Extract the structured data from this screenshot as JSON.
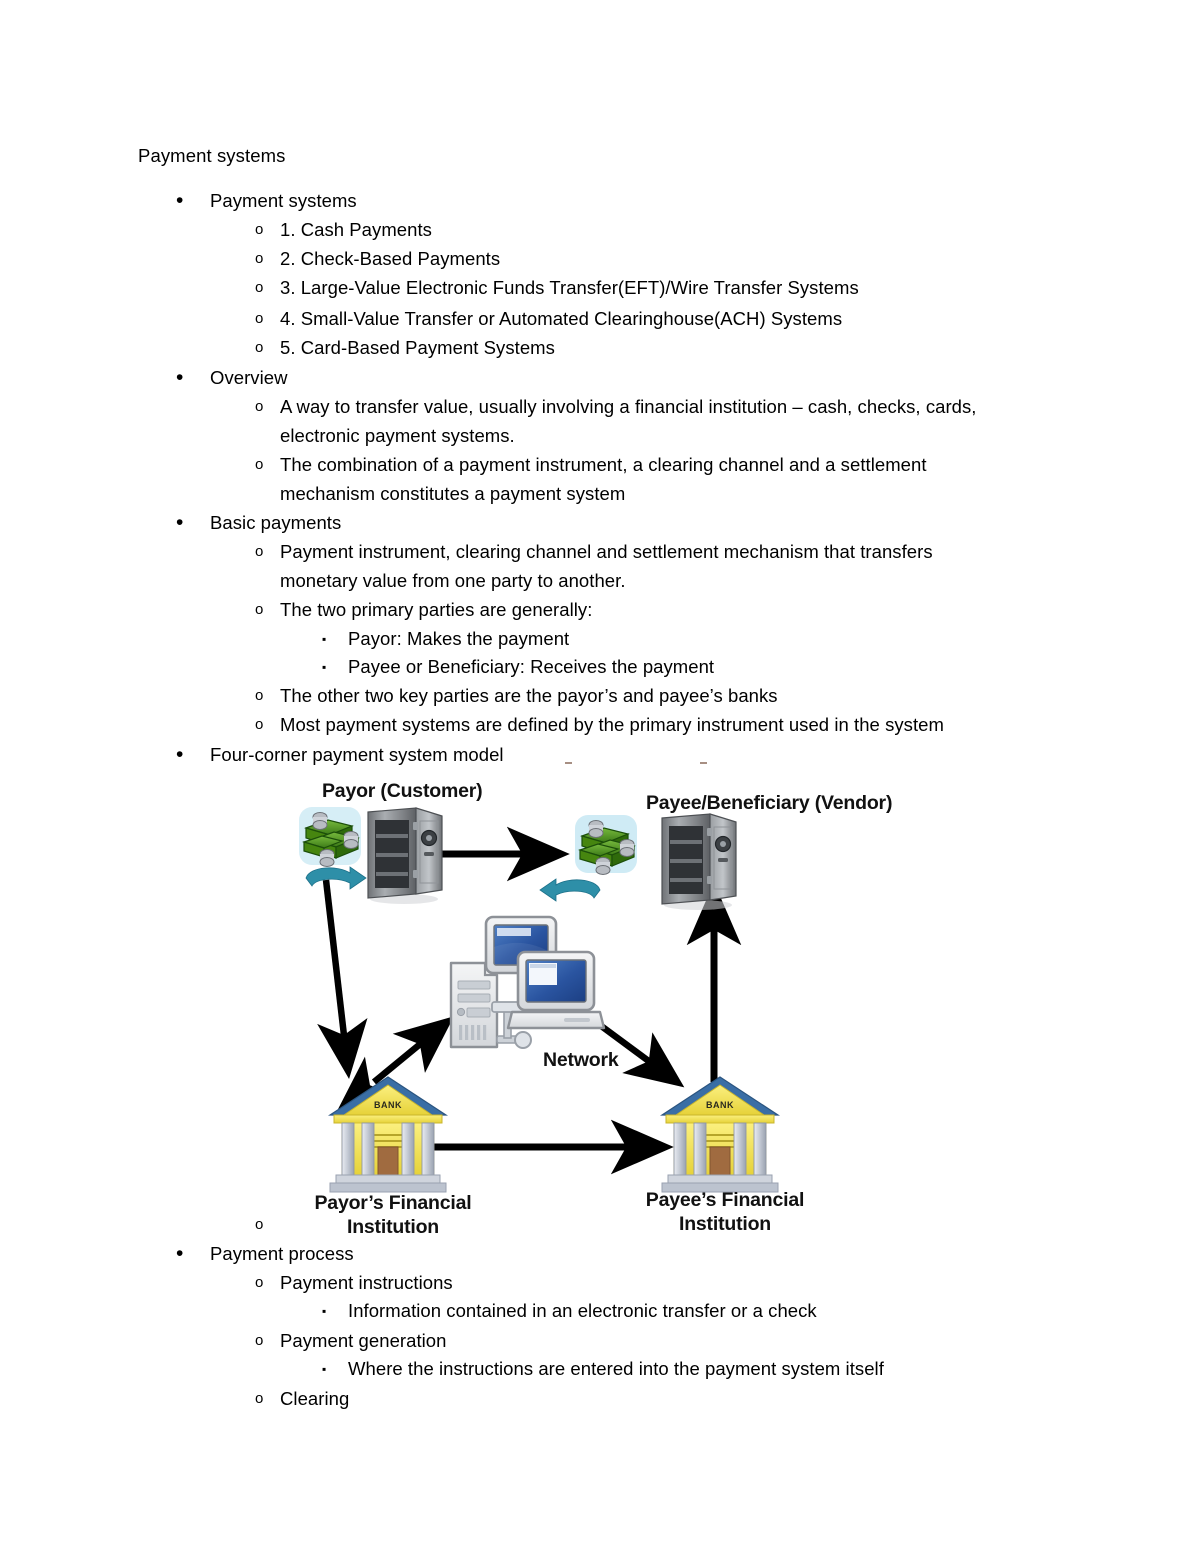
{
  "document": {
    "title": "Payment systems"
  },
  "outline": [
    {
      "level": 1,
      "marker": "bullet",
      "text": "Payment systems"
    },
    {
      "level": 2,
      "marker": "circle",
      "text": "1. Cash Payments"
    },
    {
      "level": 2,
      "marker": "circle",
      "text": "2. Check-Based Payments"
    },
    {
      "level": 2,
      "marker": "circle",
      "text": "3. Large-Value Electronic Funds Transfer(EFT)/Wire Transfer Systems"
    },
    {
      "level": 2,
      "marker": "circle",
      "text": "4. Small-Value Transfer or Automated Clearinghouse(ACH) Systems"
    },
    {
      "level": 2,
      "marker": "circle",
      "text": "5. Card-Based Payment Systems"
    },
    {
      "level": 1,
      "marker": "bullet",
      "text": "Overview"
    },
    {
      "level": 2,
      "marker": "circle",
      "text": "A way to transfer value, usually involving a financial institution – cash, checks, cards, electronic payment systems."
    },
    {
      "level": 2,
      "marker": "circle",
      "text": "The combination of a payment instrument, a clearing channel and a settlement mechanism constitutes a payment system"
    },
    {
      "level": 1,
      "marker": "bullet",
      "text": "Basic payments"
    },
    {
      "level": 2,
      "marker": "circle",
      "text": "Payment instrument, clearing channel and settlement mechanism that transfers monetary value from one party to another."
    },
    {
      "level": 2,
      "marker": "circle",
      "text": " The two primary parties are generally:"
    },
    {
      "level": 3,
      "marker": "square",
      "text": "Payor: Makes the payment"
    },
    {
      "level": 3,
      "marker": "square",
      "text": "Payee or Beneficiary: Receives the payment"
    },
    {
      "level": 2,
      "marker": "circle",
      "text": "The other two key parties are the payor’s and payee’s banks"
    },
    {
      "level": 2,
      "marker": "circle",
      "text": "Most payment systems are defined by the primary instrument used in the system"
    },
    {
      "level": 1,
      "marker": "bullet",
      "text": "Four-corner payment system model"
    },
    {
      "level": 2,
      "marker": "circle",
      "text": ""
    },
    {
      "level": 1,
      "marker": "bullet",
      "text": "Payment process"
    },
    {
      "level": 2,
      "marker": "circle",
      "text": "Payment instructions"
    },
    {
      "level": 3,
      "marker": "square",
      "text": "Information contained in an electronic transfer or a check"
    },
    {
      "level": 2,
      "marker": "circle",
      "text": "Payment generation"
    },
    {
      "level": 3,
      "marker": "square",
      "text": "Where the instructions are entered into the payment system itself"
    },
    {
      "level": 2,
      "marker": "circle",
      "text": "Clearing"
    }
  ],
  "lines": {
    "l1": "Payment systems",
    "l2": "1. Cash Payments",
    "l3": "2. Check-Based Payments",
    "l4": "3. Large-Value Electronic Funds Transfer(EFT)/Wire Transfer Systems",
    "l5": "4. Small-Value Transfer or Automated Clearinghouse(ACH) Systems",
    "l6": "5. Card-Based Payment Systems",
    "l7": "Overview",
    "l8a": "A way to transfer value, usually involving a financial institution – cash, checks, cards,",
    "l8b": "electronic payment systems.",
    "l9a": "The combination of a payment instrument, a clearing channel and a settlement",
    "l9b": "mechanism constitutes a payment system",
    "l10": "Basic payments",
    "l11a": "Payment instrument, clearing channel and settlement mechanism that transfers",
    "l11b": "monetary value from one party to another.",
    "l12": " The two primary parties are generally:",
    "l13": "Payor: Makes the payment",
    "l14": "Payee or Beneficiary: Receives the payment",
    "l15": "The other two key parties are the payor’s and payee’s banks",
    "l16": "Most payment systems are defined by the primary instrument used in the system",
    "l17": "Four-corner payment system model",
    "l18": "Payment process",
    "l19": "Payment instructions",
    "l20": "Information contained in an electronic transfer or a check",
    "l21": "Payment generation",
    "l22": "Where the instructions are entered into the payment system itself",
    "l23": "Clearing"
  },
  "markers": {
    "bullet": "•",
    "circle": "o",
    "square": "▪"
  },
  "diagram": {
    "title": "Four-corner payment system model",
    "nodes": {
      "payor": {
        "label": "Payor (Customer)",
        "icons": [
          "money-stack-icon",
          "safe-icon"
        ]
      },
      "payee": {
        "label": "Payee/Beneficiary (Vendor)",
        "icons": [
          "money-stack-icon",
          "safe-icon"
        ]
      },
      "network": {
        "label": "Network",
        "icons": [
          "server-icon",
          "desktop-computer-icon",
          "laptop-icon"
        ]
      },
      "payor_bank": {
        "label_line1": "Payor’s Financial",
        "label_line2": "Institution",
        "icons": [
          "bank-building-icon"
        ],
        "sign": "BANK"
      },
      "payee_bank": {
        "label_line1": "Payee’s Financial",
        "label_line2": "Institution",
        "icons": [
          "bank-building-icon"
        ],
        "sign": "BANK"
      }
    },
    "edges": [
      {
        "from": "payor",
        "to": "payee",
        "style": "arrow-right"
      },
      {
        "from": "payor",
        "to": "payor_bank",
        "style": "arrow-down"
      },
      {
        "from": "payor_bank",
        "to": "network",
        "style": "double-arrow"
      },
      {
        "from": "network",
        "to": "payee_bank",
        "style": "double-arrow"
      },
      {
        "from": "payee_bank",
        "to": "payee",
        "style": "arrow-up"
      },
      {
        "from": "payor_bank",
        "to": "payee_bank",
        "style": "arrow-right"
      }
    ],
    "colors": {
      "teal_arrow": "#2E8FA8",
      "money_green": "#5A9E2F",
      "money_green_dark": "#3E7A1E",
      "bank_yellow": "#F2E35C",
      "bank_roof_blue": "#3A6EA5",
      "bank_gray": "#BFC5D0",
      "bank_door_brown": "#A06B40",
      "safe_gray": "#8C8F93",
      "screen_blue": "#2F5FA5",
      "arrow_black": "#000000"
    }
  }
}
